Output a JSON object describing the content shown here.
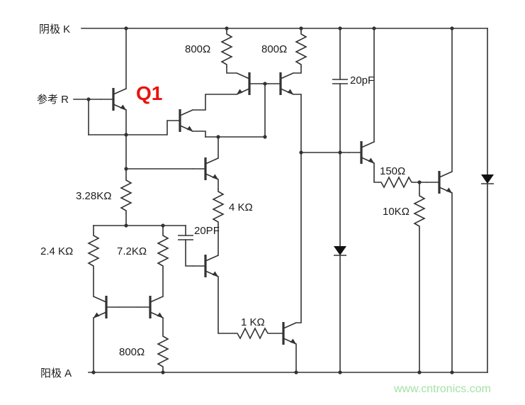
{
  "diagram": {
    "terminals": {
      "cathode": "阴极 K",
      "reference": "参考 R",
      "anode": "阳极 A"
    },
    "transistor_q1": "Q1",
    "components": {
      "r800_top_left": "800Ω",
      "r800_top_right": "800Ω",
      "c20pf_right": "20pF",
      "r3_28k": "3.28KΩ",
      "r4k": "4 KΩ",
      "c20pf_middle": "20PF",
      "r2_4k": "2.4 KΩ",
      "r7_2k": "7.2KΩ",
      "r150": "150Ω",
      "r10k": "10KΩ",
      "r1k": "1 KΩ",
      "r800_bottom": "800Ω"
    }
  },
  "colors": {
    "q1_highlight": "#e8130c",
    "watermark": "#9ade9a"
  },
  "watermark": "www.cntronics.com"
}
